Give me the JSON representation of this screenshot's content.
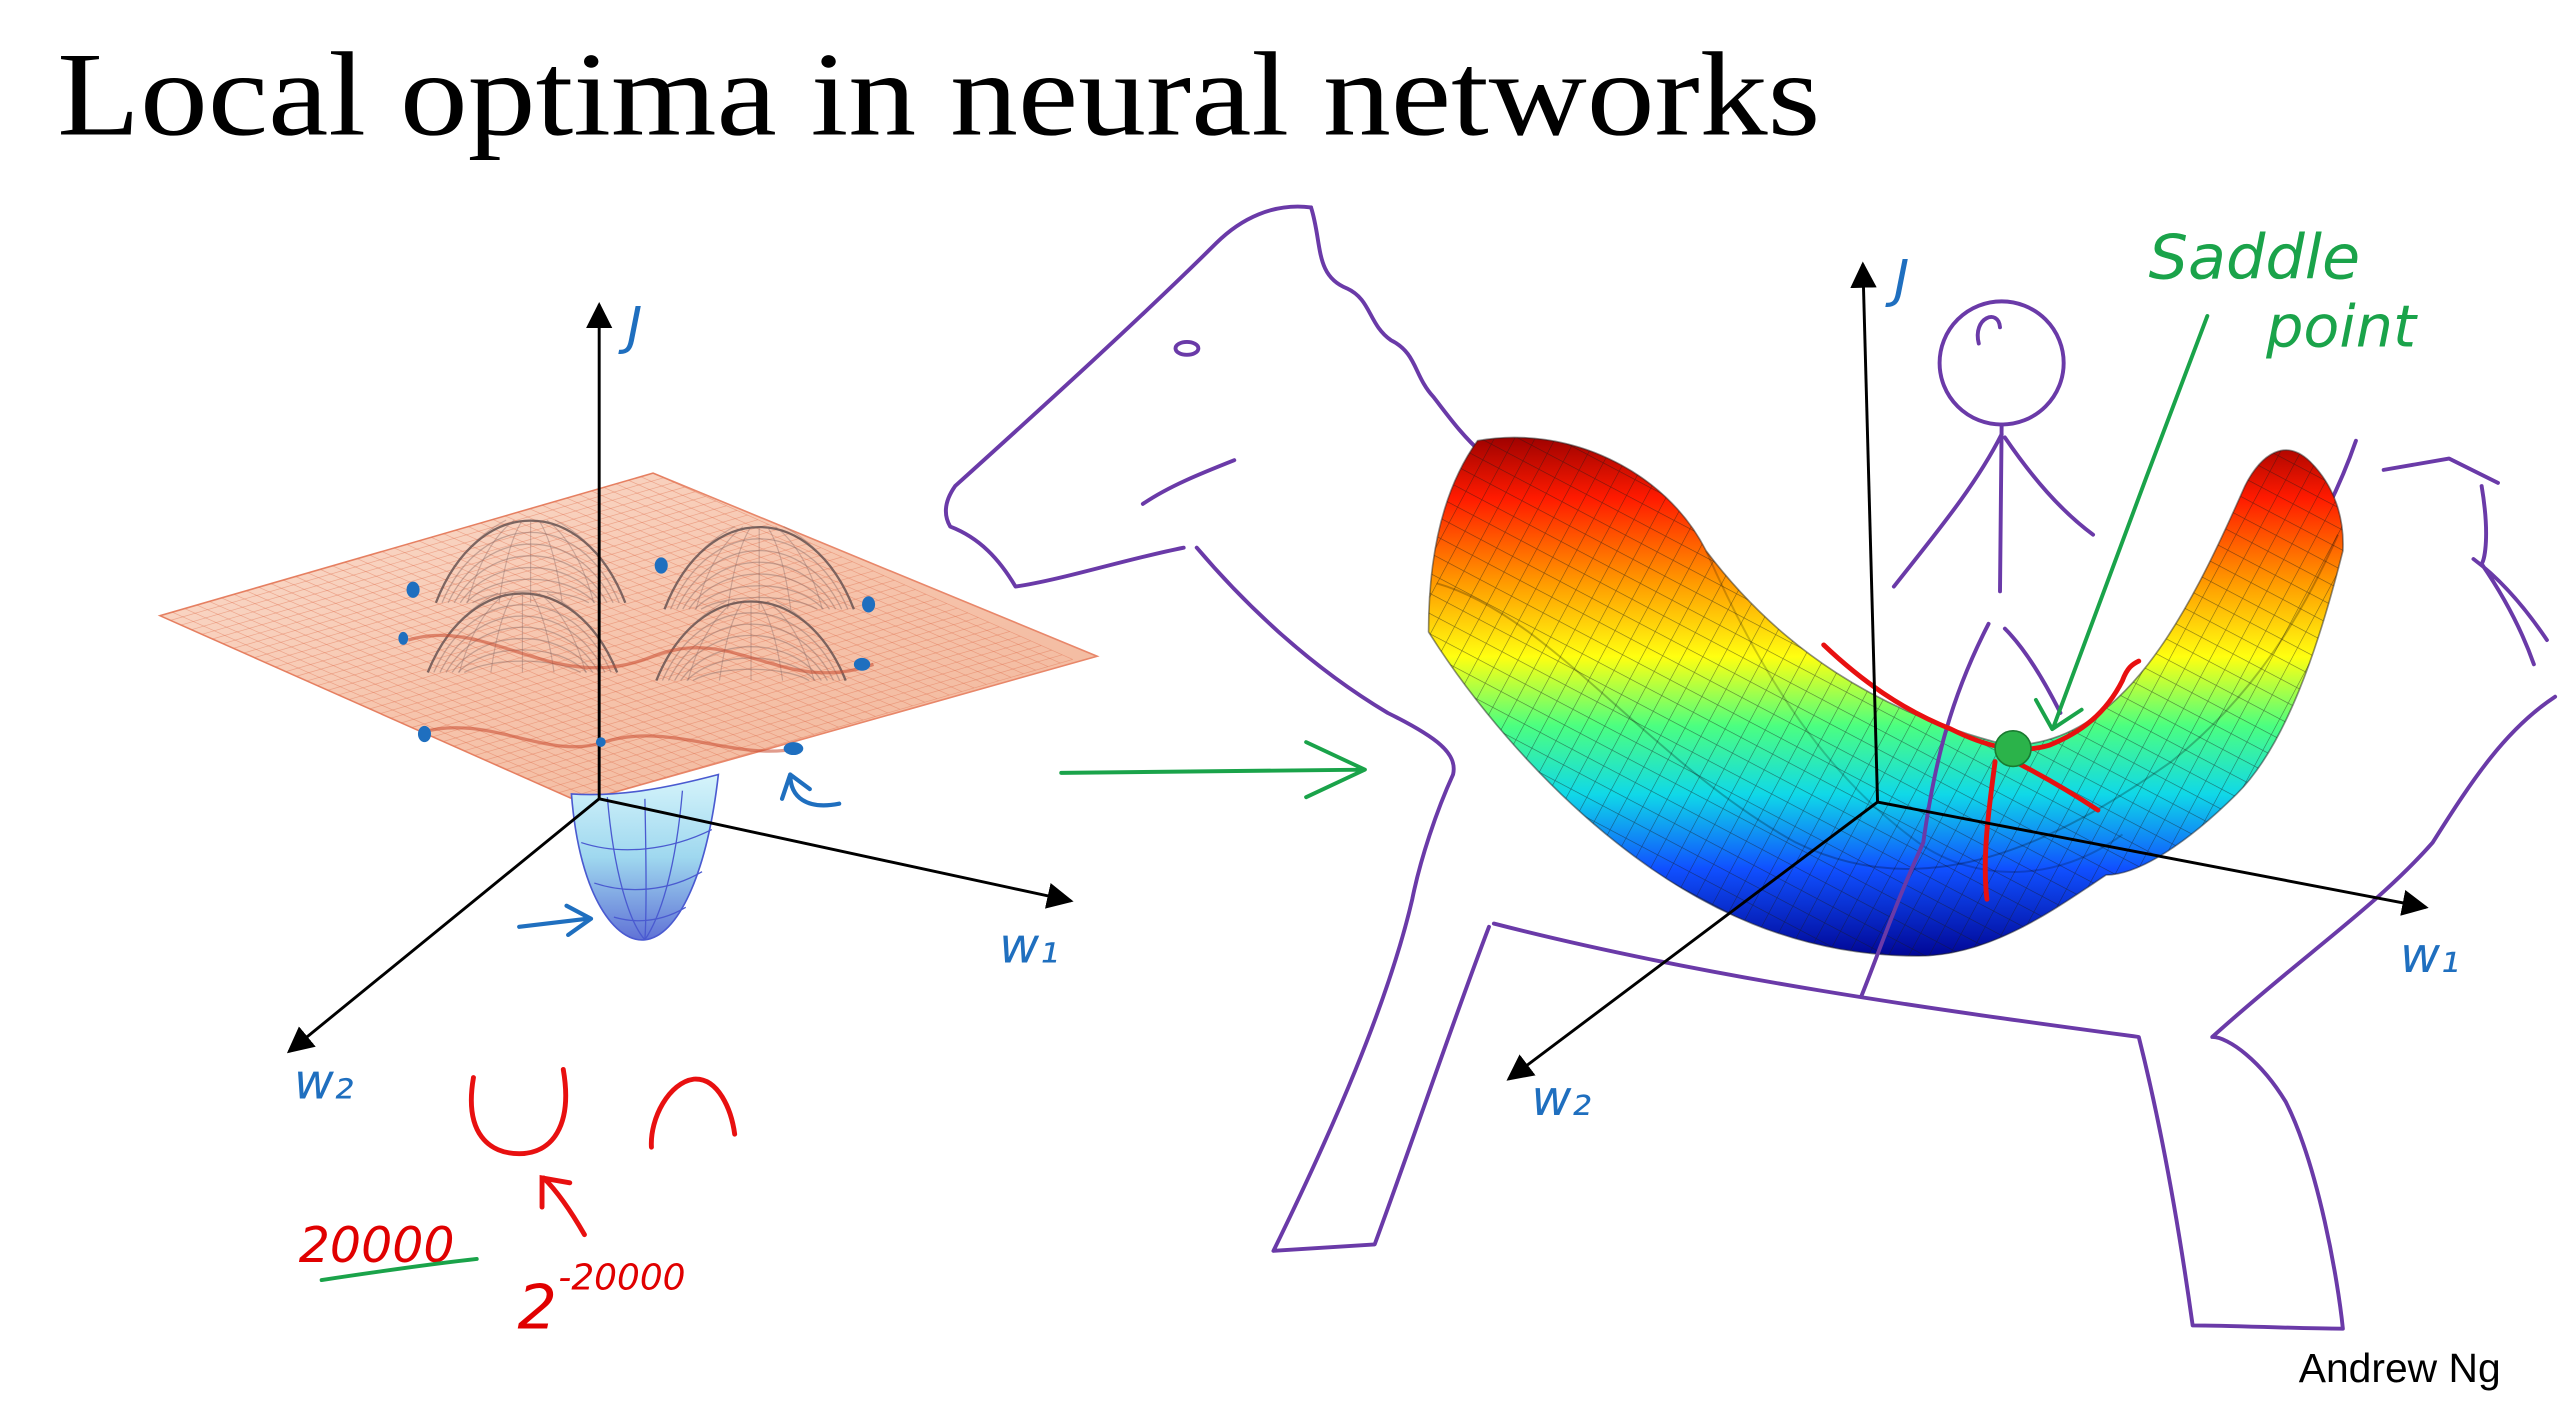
{
  "slide": {
    "title": "Local optima in neural networks",
    "author": "Andrew Ng"
  },
  "left_plot": {
    "axis_j": "J",
    "axis_w1": "w₁",
    "axis_w2": "w₂",
    "notes": {
      "count": "20000",
      "power_base": "2",
      "power_exponent": "-20000"
    }
  },
  "right_plot": {
    "axis_j": "J",
    "axis_w1": "w₁",
    "axis_w2": "w₂",
    "annotation_line1": "Saddle",
    "annotation_line2": "point"
  },
  "colors": {
    "title": "#000000",
    "axis": "#000000",
    "ink_blue": "#1f6fbf",
    "ink_red": "#e00000",
    "ink_green": "#1aa34a",
    "ink_purple": "#6a3aa8",
    "mesh_plane": "#f6c9b4",
    "mesh_lines": "#e07050"
  }
}
